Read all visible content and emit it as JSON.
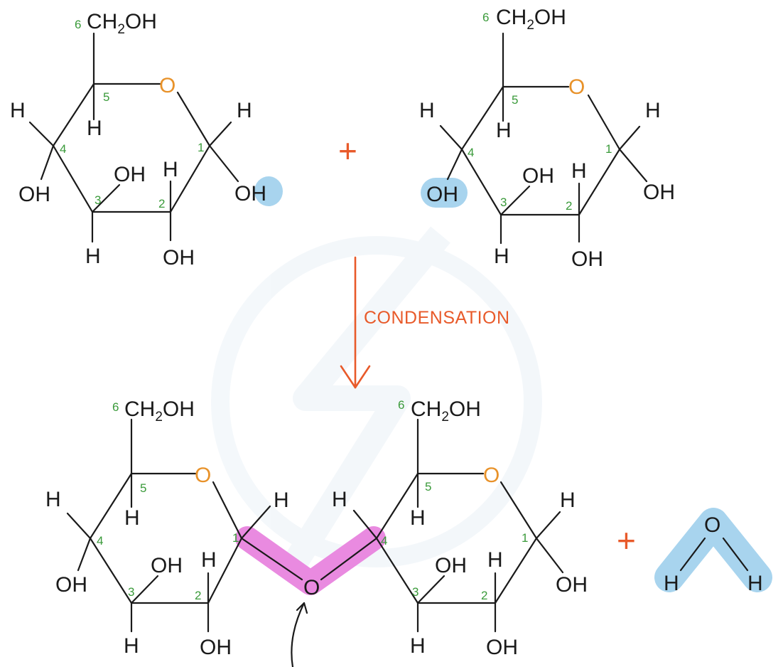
{
  "reaction": {
    "arrow_label": "CONDENSATION",
    "plus_sign": "+"
  },
  "atoms": {
    "h": "H",
    "oh": "OH",
    "ring_o": "O",
    "glyco_o": "O",
    "ch2oh_pre": "CH",
    "ch2oh_sub": "2",
    "ch2oh_post": "OH",
    "water_o": "O",
    "water_h": "H"
  },
  "carbon_numbers": {
    "c1": "1",
    "c2": "2",
    "c3": "3",
    "c4": "4",
    "c5": "5",
    "c6": "6"
  },
  "colors": {
    "bond": "#1a1a1a",
    "ring_oxygen": "#e8922a",
    "carbon_number": "#3a9a3a",
    "reaction": "#e85a2a",
    "removed_water_highlight": "#a8d4ee",
    "glycosidic_bond_highlight": "#e98ae0"
  }
}
